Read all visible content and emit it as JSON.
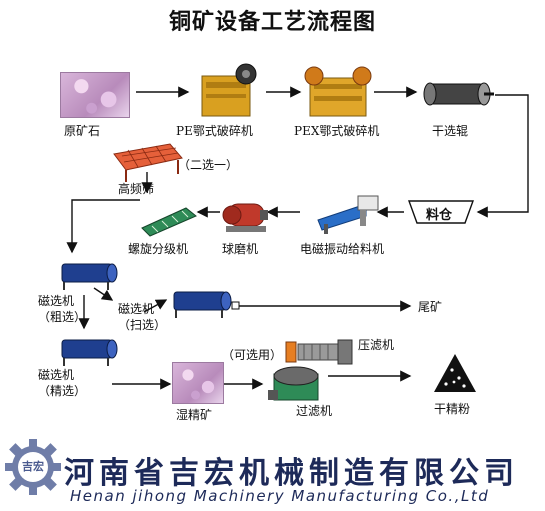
{
  "title": "铜矿设备工艺流程图",
  "nodes": {
    "raw_ore": "原矿石",
    "pe_crusher": "PE鄂式破碎机",
    "pex_crusher": "PEX鄂式破碎机",
    "dry_roller": "干选辊",
    "stockpile": "料仓",
    "feeder": "电磁振动给料机",
    "ball_mill": "球磨机",
    "classifier": "螺旋分级机",
    "screen": "高频筛",
    "screen_note": "（二选一）",
    "mag_rough_1": "磁选机",
    "mag_rough_2": "（粗选）",
    "mag_scav_1": "磁选机",
    "mag_scav_2": "（扫选）",
    "mag_fine_1": "磁选机",
    "mag_fine_2": "（精选）",
    "tailings": "尾矿",
    "optional": "（可选用）",
    "filter_press": "压滤机",
    "wet_conc": "湿精矿",
    "filter": "过滤机",
    "dry_conc": "干精粉"
  },
  "footer": {
    "logo_text": "吉宏",
    "company_cn": "河南省吉宏机械制造有限公司",
    "company_en": "Henan jihong Machinery Manufacturing Co.,Ltd"
  },
  "colors": {
    "crusher": "#d9a020",
    "magnetic": "#1f3f8f",
    "mill": "#c0392b",
    "classifier": "#2e8b57",
    "footer_text": "#1d2a59"
  }
}
